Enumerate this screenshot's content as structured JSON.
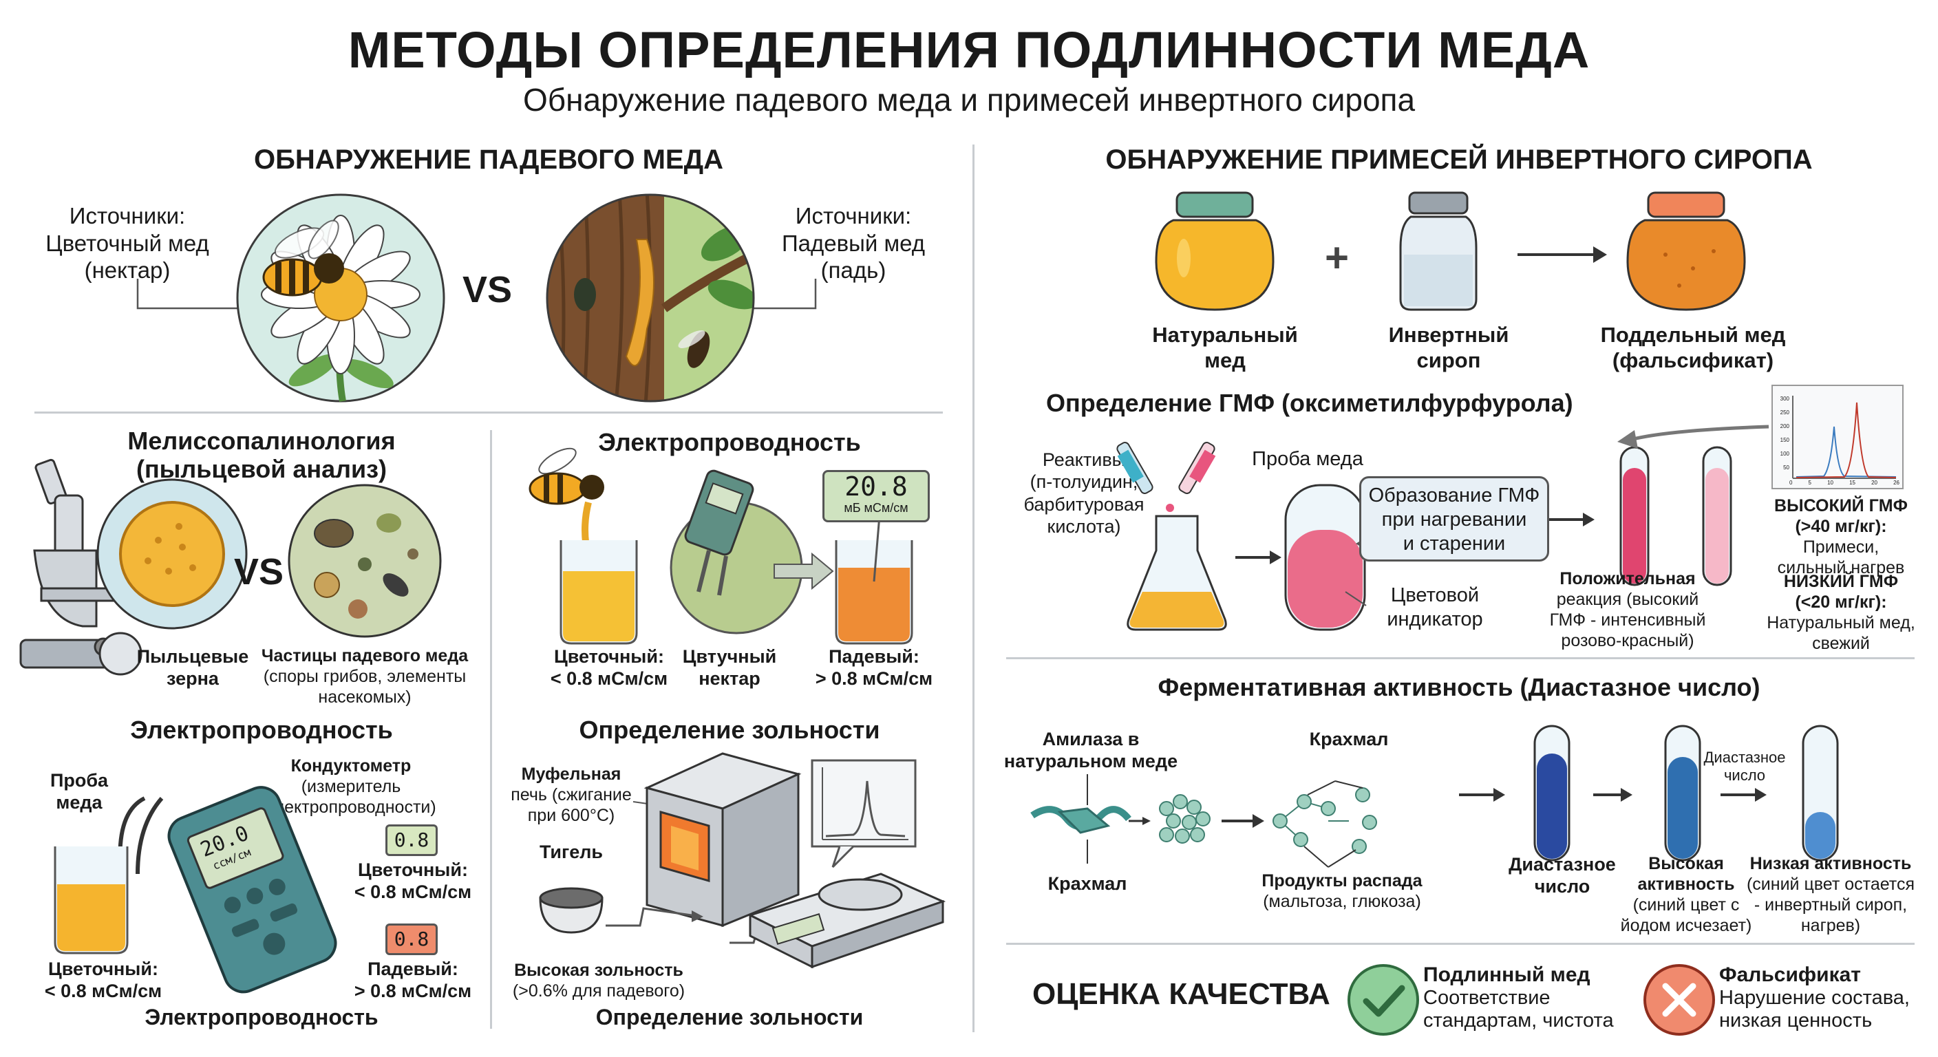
{
  "header": {
    "title": "МЕТОДЫ ОПРЕДЕЛЕНИЯ ПОДЛИННОСТИ МЕДА",
    "subtitle": "Обнаружение падевого меда и примесей инвертного сиропа"
  },
  "honeydew": {
    "heading": "ОБНАРУЖЕНИЕ ПАДЕВОГО МЕДА",
    "left_label": [
      "Источники:",
      "Цветочный мед",
      "(нектар)"
    ],
    "right_label": [
      "Источники:",
      "Падевый мед",
      "(падь)"
    ],
    "vs": "VS"
  },
  "pollen": {
    "heading": [
      "Мелиссопалинология",
      "(пыльцевой анализ)"
    ],
    "vs": "VS",
    "grains_label": [
      "Пыльцевые",
      "зерна"
    ],
    "particles_label": [
      "Частицы падевого меда",
      "(споры грибов, элементы",
      "насекомых)"
    ]
  },
  "conductivity_top": {
    "heading": "Электропроводность",
    "meter_display": "20.8",
    "meter_unit": "мБ мСм/см",
    "floral_label": [
      "Цветочный:",
      "< 0.8 мСм/см"
    ],
    "middle_label": [
      "Цвтучный",
      "нектар"
    ],
    "honeydew_label": [
      "Падевый:",
      "> 0.8 мСм/см"
    ]
  },
  "conductivity_bottom": {
    "heading": "Электропроводность",
    "sample_label": [
      "Проба",
      "меда"
    ],
    "device_label": [
      "Кондуктометр",
      "(измеритель",
      "электропроводности)"
    ],
    "device_display": "20.0",
    "device_unit": "ccм/cм",
    "floral_display": "0.8",
    "floral_label": [
      "Цветочный:",
      "< 0.8 мСм/см"
    ],
    "honeydew_display": "0.8",
    "honeydew_label": [
      "Падевый:",
      "> 0.8 мСм/см"
    ],
    "beaker_label": [
      "Цветочный:",
      "< 0.8 мСм/см"
    ],
    "footer": "Электропроводность"
  },
  "ash": {
    "heading": "Определение зольности",
    "furnace_label": [
      "Муфельная",
      "печь (сжигание",
      "при 600°C)"
    ],
    "crucible_label": "Тигель",
    "result_label": [
      "Высокая зольность",
      "(>0.6% для падевого)"
    ],
    "footer": "Определение зольности"
  },
  "syrup": {
    "heading": "ОБНАРУЖЕНИЕ ПРИМЕСЕЙ ИНВЕРТНОГО СИРОПА",
    "natural_label": [
      "Натуральный",
      "мед"
    ],
    "plus": "+",
    "syrup_label": [
      "Инвертный",
      "сироп"
    ],
    "fake_label": [
      "Поддельный мед",
      "(фальсификат)"
    ]
  },
  "hmf": {
    "heading": "Определение ГМФ (оксиметилфурфурола)",
    "reagents_label": [
      "Реактивы",
      "(п-толуидин,",
      "барбитуровая",
      "кислота)"
    ],
    "sample_label": "Проба меда",
    "box_label": [
      "Образование ГМФ",
      "при нагревании",
      "и старении"
    ],
    "indicator_label": [
      "Цветовой",
      "индикатор"
    ],
    "positive_label": [
      "Положительная",
      "реакция (высокий",
      "ГМФ - интенсивный",
      "розово-красный)"
    ],
    "high_label": [
      "ВЫСОКИЙ ГМФ",
      "(>40 мг/кг):",
      "Примеси,",
      "сильный нагрев"
    ],
    "low_label": [
      "НИЗКИЙ ГМФ",
      "(<20 мг/кг):",
      "Натуральный мед,",
      "свежий"
    ],
    "chart_yticks": [
      "300",
      "250",
      "200",
      "150",
      "100",
      "50",
      "0"
    ],
    "chart_xticks": [
      "0",
      "5",
      "10",
      "15",
      "20",
      "26"
    ]
  },
  "diastase": {
    "heading": "Ферментативная активность (Диастазное число)",
    "amylase_label": [
      "Амилаза в",
      "натуральном меде"
    ],
    "starch_bottom": "Крахмал",
    "starch_top": "Крахмал",
    "products_label": [
      "Продукты распада",
      "(мальтоза, глюкоза)"
    ],
    "tube1_label": [
      "Диастазное",
      "число"
    ],
    "tube2_label": [
      "Высокая",
      "активность",
      "(синий цвет с",
      "йодом исчезает)"
    ],
    "arrow_label": [
      "Диастазное",
      "число"
    ],
    "tube3_label": [
      "Низкая активность",
      "(синий цвет остается",
      "- инвертный сироп,",
      "нагрев)"
    ]
  },
  "quality": {
    "heading": "ОЦЕНКА КАЧЕСТВА",
    "genuine_title": "Подлинный мед",
    "genuine_text": [
      "Соответствие",
      "стандартам, чистота"
    ],
    "fake_title": "Фальсификат",
    "fake_text": [
      "Нарушение состава,",
      "низкая ценность"
    ]
  },
  "colors": {
    "honey": "#f5b82e",
    "honeydew_honey": "#e48a2a",
    "pink": "#e8557e",
    "blue": "#2f5fb0",
    "check_green": "#3aa65a",
    "cross_red": "#e0553e"
  }
}
